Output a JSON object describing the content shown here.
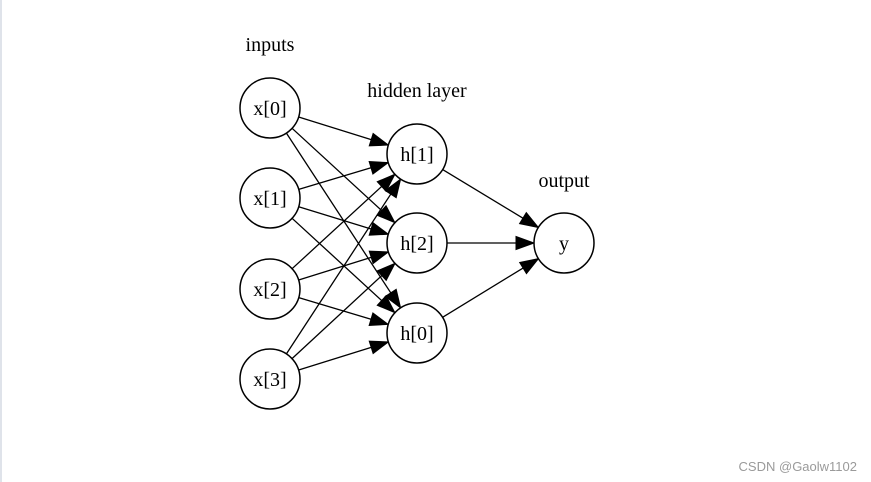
{
  "layers": {
    "inputs": "inputs",
    "hidden": "hidden layer",
    "output": "output"
  },
  "nodes": [
    {
      "id": "x0",
      "label": "x[0]",
      "layer": "inputs"
    },
    {
      "id": "x1",
      "label": "x[1]",
      "layer": "inputs"
    },
    {
      "id": "x2",
      "label": "x[2]",
      "layer": "inputs"
    },
    {
      "id": "x3",
      "label": "x[3]",
      "layer": "inputs"
    },
    {
      "id": "h1",
      "label": "h[1]",
      "layer": "hidden"
    },
    {
      "id": "h2",
      "label": "h[2]",
      "layer": "hidden"
    },
    {
      "id": "h0",
      "label": "h[0]",
      "layer": "hidden"
    },
    {
      "id": "y",
      "label": "y",
      "layer": "output"
    }
  ],
  "edges": [
    {
      "from": "x0",
      "to": "h1"
    },
    {
      "from": "x0",
      "to": "h2"
    },
    {
      "from": "x0",
      "to": "h0"
    },
    {
      "from": "x1",
      "to": "h1"
    },
    {
      "from": "x1",
      "to": "h2"
    },
    {
      "from": "x1",
      "to": "h0"
    },
    {
      "from": "x2",
      "to": "h1"
    },
    {
      "from": "x2",
      "to": "h2"
    },
    {
      "from": "x2",
      "to": "h0"
    },
    {
      "from": "x3",
      "to": "h1"
    },
    {
      "from": "x3",
      "to": "h2"
    },
    {
      "from": "x3",
      "to": "h0"
    },
    {
      "from": "h1",
      "to": "y"
    },
    {
      "from": "h2",
      "to": "y"
    },
    {
      "from": "h0",
      "to": "y"
    }
  ],
  "watermark": "CSDN @Gaolw1102"
}
